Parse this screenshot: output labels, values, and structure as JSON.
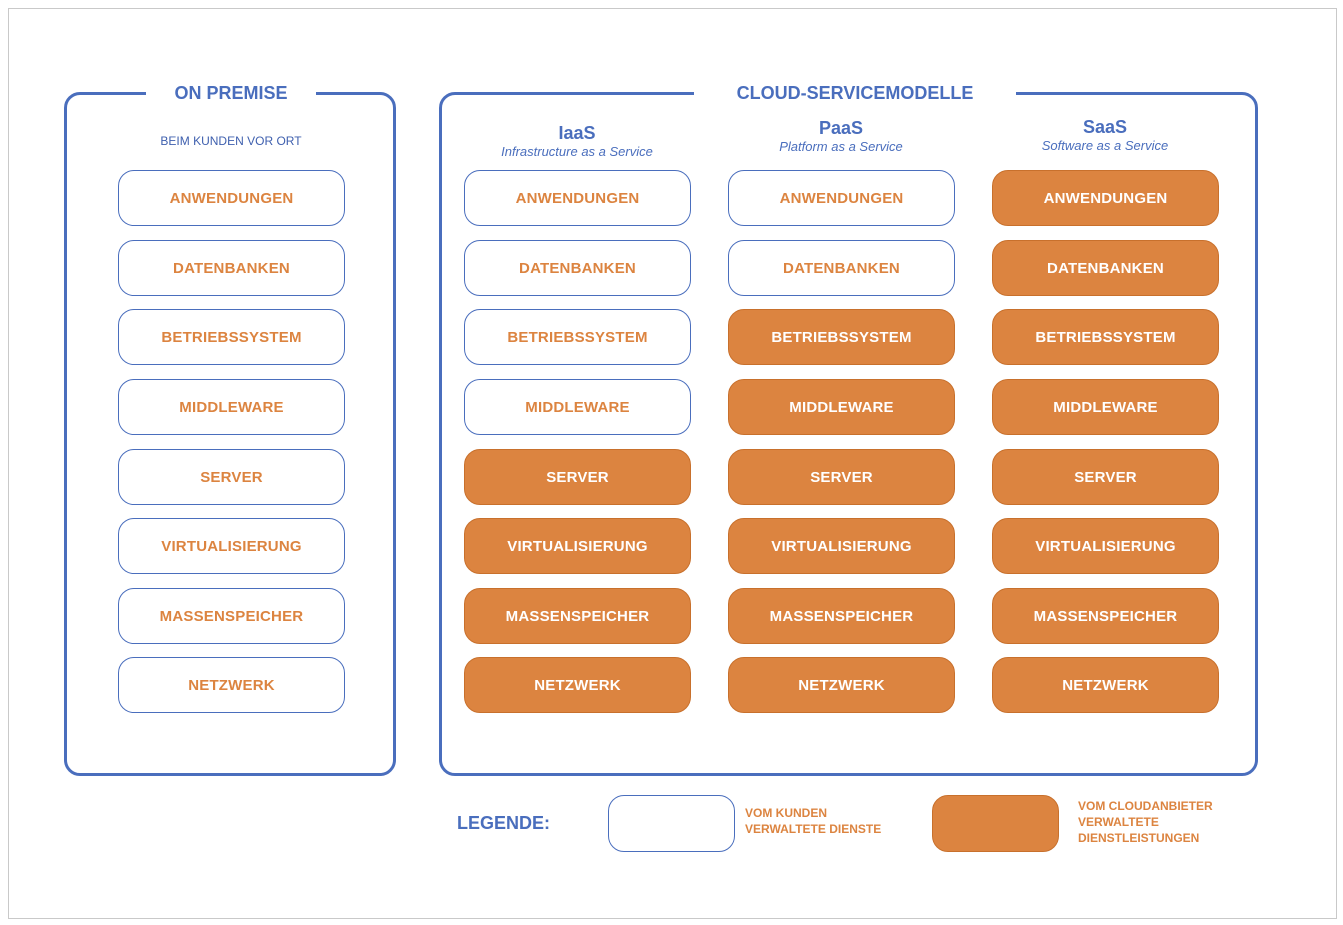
{
  "on_premise": {
    "title": "ON PREMISE",
    "subtitle": "BEIM KUNDEN VOR ORT",
    "layers": [
      "ANWENDUNGEN",
      "DATENBANKEN",
      "BETRIEBSSYSTEM",
      "MIDDLEWARE",
      "SERVER",
      "VIRTUALISIERUNG",
      "MASSENSPEICHER",
      "NETZWERK"
    ]
  },
  "cloud": {
    "title": "CLOUD-SERVICEMODELLE",
    "models": [
      {
        "abbr": "IaaS",
        "full": "Infrastructure as a Service",
        "layers": [
          {
            "label": "ANWENDUNGEN",
            "managed_by": "client"
          },
          {
            "label": "DATENBANKEN",
            "managed_by": "client"
          },
          {
            "label": "BETRIEBSSYSTEM",
            "managed_by": "client"
          },
          {
            "label": "MIDDLEWARE",
            "managed_by": "client"
          },
          {
            "label": "SERVER",
            "managed_by": "provider"
          },
          {
            "label": "VIRTUALISIERUNG",
            "managed_by": "provider"
          },
          {
            "label": "MASSENSPEICHER",
            "managed_by": "provider"
          },
          {
            "label": "NETZWERK",
            "managed_by": "provider"
          }
        ]
      },
      {
        "abbr": "PaaS",
        "full": "Platform as a Service",
        "layers": [
          {
            "label": "ANWENDUNGEN",
            "managed_by": "client"
          },
          {
            "label": "DATENBANKEN",
            "managed_by": "client"
          },
          {
            "label": "BETRIEBSSYSTEM",
            "managed_by": "provider"
          },
          {
            "label": "MIDDLEWARE",
            "managed_by": "provider"
          },
          {
            "label": "SERVER",
            "managed_by": "provider"
          },
          {
            "label": "VIRTUALISIERUNG",
            "managed_by": "provider"
          },
          {
            "label": "MASSENSPEICHER",
            "managed_by": "provider"
          },
          {
            "label": "NETZWERK",
            "managed_by": "provider"
          }
        ]
      },
      {
        "abbr": "SaaS",
        "full": "Software as a Service",
        "layers": [
          {
            "label": "ANWENDUNGEN",
            "managed_by": "provider"
          },
          {
            "label": "DATENBANKEN",
            "managed_by": "provider"
          },
          {
            "label": "BETRIEBSSYSTEM",
            "managed_by": "provider"
          },
          {
            "label": "MIDDLEWARE",
            "managed_by": "provider"
          },
          {
            "label": "SERVER",
            "managed_by": "provider"
          },
          {
            "label": "VIRTUALISIERUNG",
            "managed_by": "provider"
          },
          {
            "label": "MASSENSPEICHER",
            "managed_by": "provider"
          },
          {
            "label": "NETZWERK",
            "managed_by": "provider"
          }
        ]
      }
    ]
  },
  "legend": {
    "label": "LEGENDE:",
    "client_text": "VOM KUNDEN\nVERWALTETE DIENSTE",
    "provider_text": "VOM CLOUDANBIETER\nVERWALTETE\nDIENSTLEISTUNGEN"
  },
  "colors": {
    "accent_blue": "#4a6ebd",
    "orange": "#dc8440",
    "white": "#ffffff"
  }
}
